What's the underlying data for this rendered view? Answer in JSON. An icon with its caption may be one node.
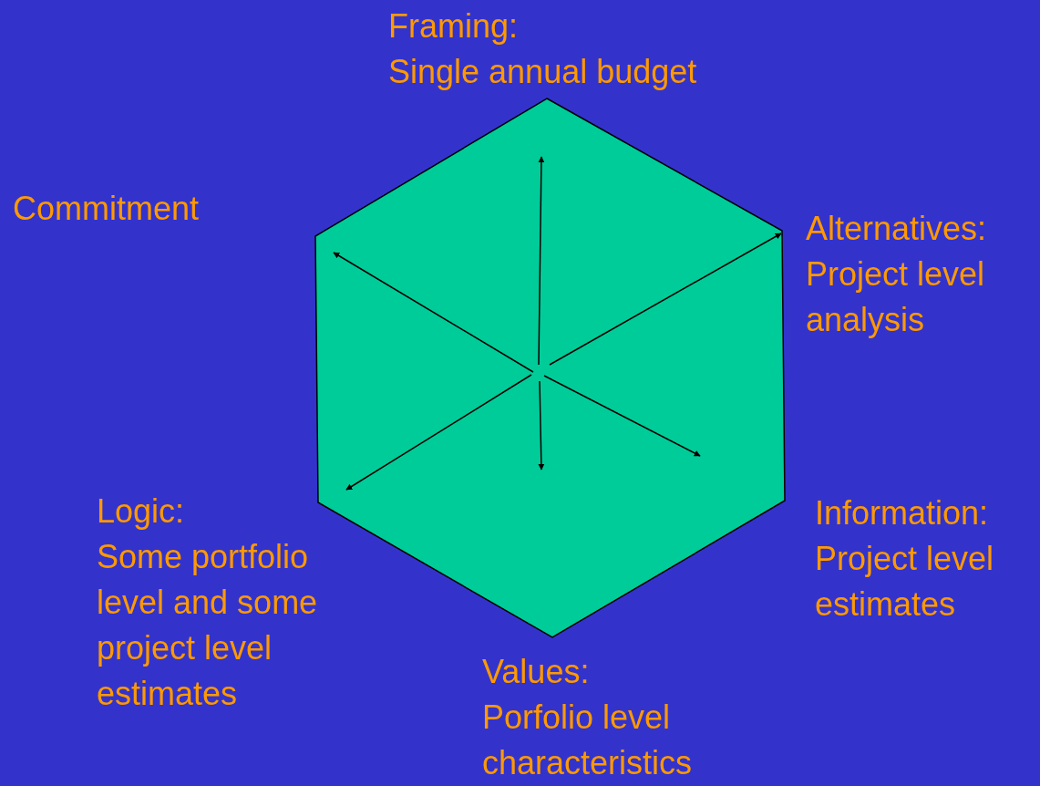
{
  "diagram": {
    "nodes": [
      {
        "text": [],
        "shape": "hexagon"
      }
    ],
    "labels": [
      "Framing:",
      "Single annual budget",
      "Commitment",
      "Alternatives:",
      "Project level analysis",
      "Logic:",
      "Some portfolio level and some project level estimates",
      "Information:",
      "Project level estimates",
      "Values:",
      "Porfolio level characteristics"
    ]
  }
}
